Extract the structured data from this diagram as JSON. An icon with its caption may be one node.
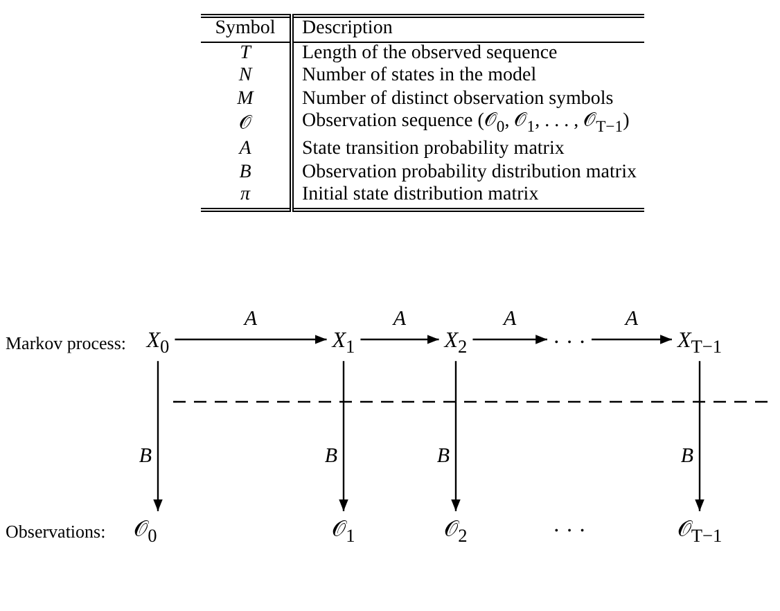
{
  "diagram": {
    "nodes": [
      {
        "text": [
          "*X*$_{0}$"
        ]
      },
      {
        "text": [
          "*X*$_{1}$"
        ]
      },
      {
        "text": [
          "*X*$_{2}$"
        ]
      },
      {
        "text": [
          "· · ·"
        ]
      },
      {
        "text": [
          "*X*$_{T−1}$"
        ]
      },
      {
        "text": [
          "𝒪$_{0}$"
        ]
      },
      {
        "text": [
          "𝒪$_{1}$"
        ]
      },
      {
        "text": [
          "𝒪$_{2}$"
        ]
      },
      {
        "text": [
          "· · ·"
        ]
      },
      {
        "text": [
          "𝒪$_{T−1}$"
        ]
      }
    ],
    "edges": [
      {
        "from": 0,
        "to": 1,
        "arrow": "to",
        "label": "*A*"
      },
      {
        "from": 1,
        "to": 2,
        "arrow": "to",
        "label": "*A*"
      },
      {
        "from": 2,
        "to": 3,
        "arrow": "to",
        "label": "*A*"
      },
      {
        "from": 3,
        "to": 4,
        "arrow": "to",
        "label": "*A*"
      },
      {
        "from": 0,
        "to": 5,
        "arrow": "to",
        "label": "*B*"
      },
      {
        "from": 1,
        "to": 6,
        "arrow": "to",
        "label": "*B*"
      },
      {
        "from": 2,
        "to": 7,
        "arrow": "to",
        "label": "*B*"
      },
      {
        "from": 4,
        "to": 9,
        "arrow": "to",
        "label": "*B*"
      }
    ],
    "labels": [
      "Symbol",
      "Description",
      "*T*",
      "Length of the observed sequence",
      "*N*",
      "Number of states in the model",
      "*M*",
      "Number of distinct observation symbols",
      "𝒪",
      "Observation sequence (𝒪$_{0}$, 𝒪$_{1}$, . . . , 𝒪$_{T−1}$)",
      "*A*",
      "State transition probability matrix",
      "*B*",
      "Observation probability distribution matrix",
      "*π*",
      "Initial state distribution matrix",
      "Markov process:",
      "Observations:"
    ]
  }
}
